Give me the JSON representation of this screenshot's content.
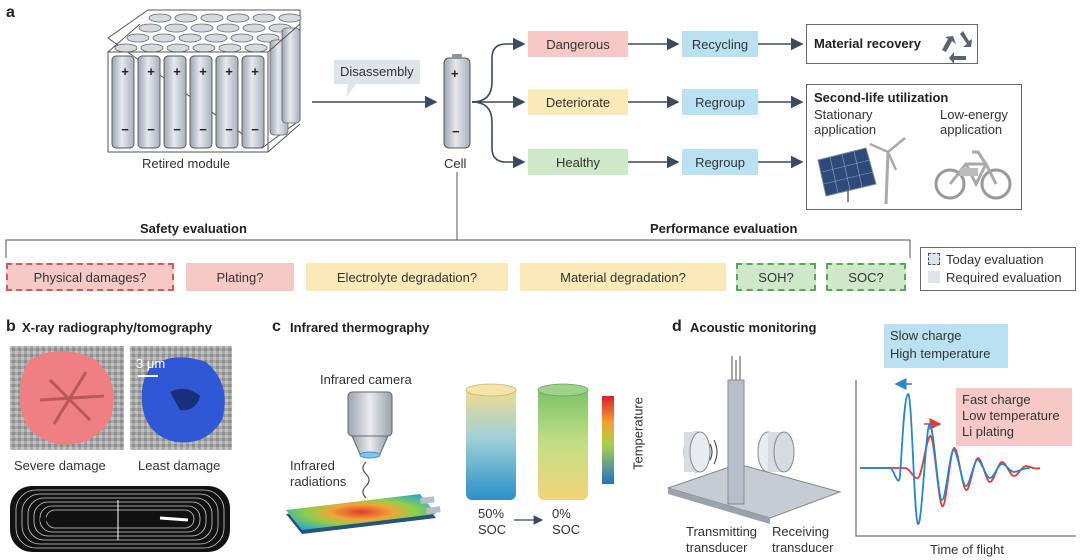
{
  "panel_a": {
    "letter": "a",
    "retired_module": "Retired module",
    "disassembly": "Disassembly",
    "cell": "Cell",
    "plus": "+",
    "minus": "−",
    "states": {
      "dangerous": "Dangerous",
      "deteriorate": "Deteriorate",
      "healthy": "Healthy"
    },
    "actions": {
      "recycling": "Recycling",
      "regroup1": "Regroup",
      "regroup2": "Regroup"
    },
    "material_recovery": "Material recovery",
    "second_life": {
      "title": "Second-life utilization",
      "stationary_line1": "Stationary",
      "stationary_line2": "application",
      "lowenergy_line1": "Low-energy",
      "lowenergy_line2": "application"
    },
    "safety_evaluation": "Safety evaluation",
    "performance_evaluation": "Performance evaluation",
    "evaluations": {
      "physical": "Physical damages?",
      "plating": "Plating?",
      "electrolyte": "Electrolyte degradation?",
      "material": "Material degradation?",
      "soh": "SOH?",
      "soc": "SOC?"
    },
    "legend": {
      "today": "Today evaluation",
      "required": "Required evaluation"
    }
  },
  "panel_b": {
    "letter": "b",
    "title": "X-ray radiography/tomography",
    "scale": "3 μm",
    "severe": "Severe damage",
    "least": "Least damage"
  },
  "panel_c": {
    "letter": "c",
    "title": "Infrared thermography",
    "camera": "Infrared camera",
    "radiations_line1": "Infrared",
    "radiations_line2": "radiations",
    "soc50_line1": "50%",
    "soc50_line2": "SOC",
    "soc0_line1": "0%",
    "soc0_line2": "SOC",
    "temperature": "Temperature"
  },
  "panel_d": {
    "letter": "d",
    "title": "Acoustic monitoring",
    "slow_line1": "Slow charge",
    "slow_line2": "High temperature",
    "fast_line1": "Fast charge",
    "fast_line2": "Low temperature",
    "fast_line3": "Li plating",
    "tx_line1": "Transmitting",
    "tx_line2": "transducer",
    "rx_line1": "Receiving",
    "rx_line2": "transducer",
    "time_of_flight": "Time of flight"
  },
  "colors": {
    "red": "#f7c9c6",
    "yellow": "#fbe9b8",
    "green": "#cfe8c9",
    "blue": "#b9e1f2",
    "arrow": "#3b4a5e",
    "wave_blue": "#2a86c4",
    "wave_red": "#e03c3c"
  }
}
